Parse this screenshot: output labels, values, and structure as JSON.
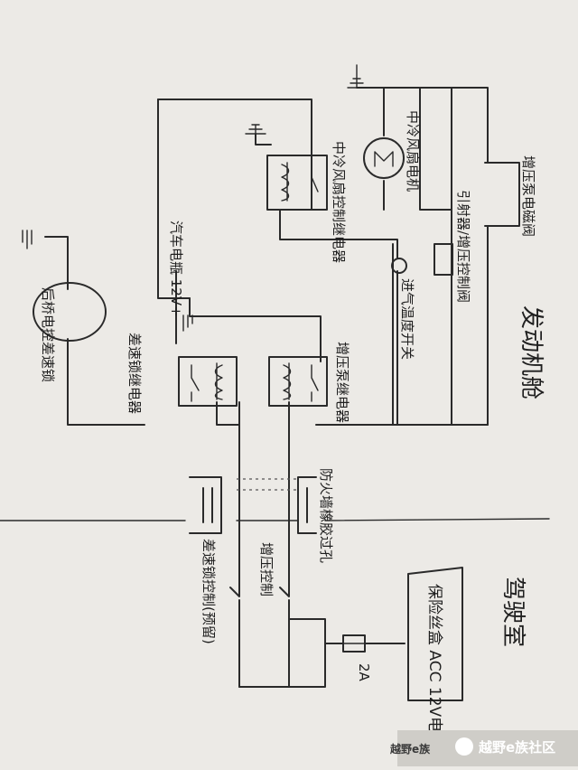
{
  "labels": {
    "engine_bay": "发动机舱",
    "cabin": "驾驶室",
    "wheel_lock_relay": "差速锁继电器",
    "pump_relay": "增压泵继电器",
    "firewall_grommet": "防火墙橡胶过孔",
    "wheel_lock_switch": "差速锁控制(预留)",
    "pump_switch": "增压控制",
    "fuse": "2A",
    "fuse_source": "保险丝盒 ACC 12V电",
    "rear_wheel_lock": "后桥电控差速锁",
    "battery": "汽车电瓶 12V+",
    "fan_motor": "中冷风扇电机",
    "fan_relay": "中冷风扇控制继电器",
    "fan_switch": "进气温度开关",
    "valve": "引射器/增压控制阀",
    "pressure_sensor": "增压泵电磁阀"
  },
  "watermark": {
    "brand": "越野e族",
    "community": "越野e族社区"
  },
  "colors": {
    "paper": "#eceae6",
    "ink": "#2a2a2a"
  }
}
